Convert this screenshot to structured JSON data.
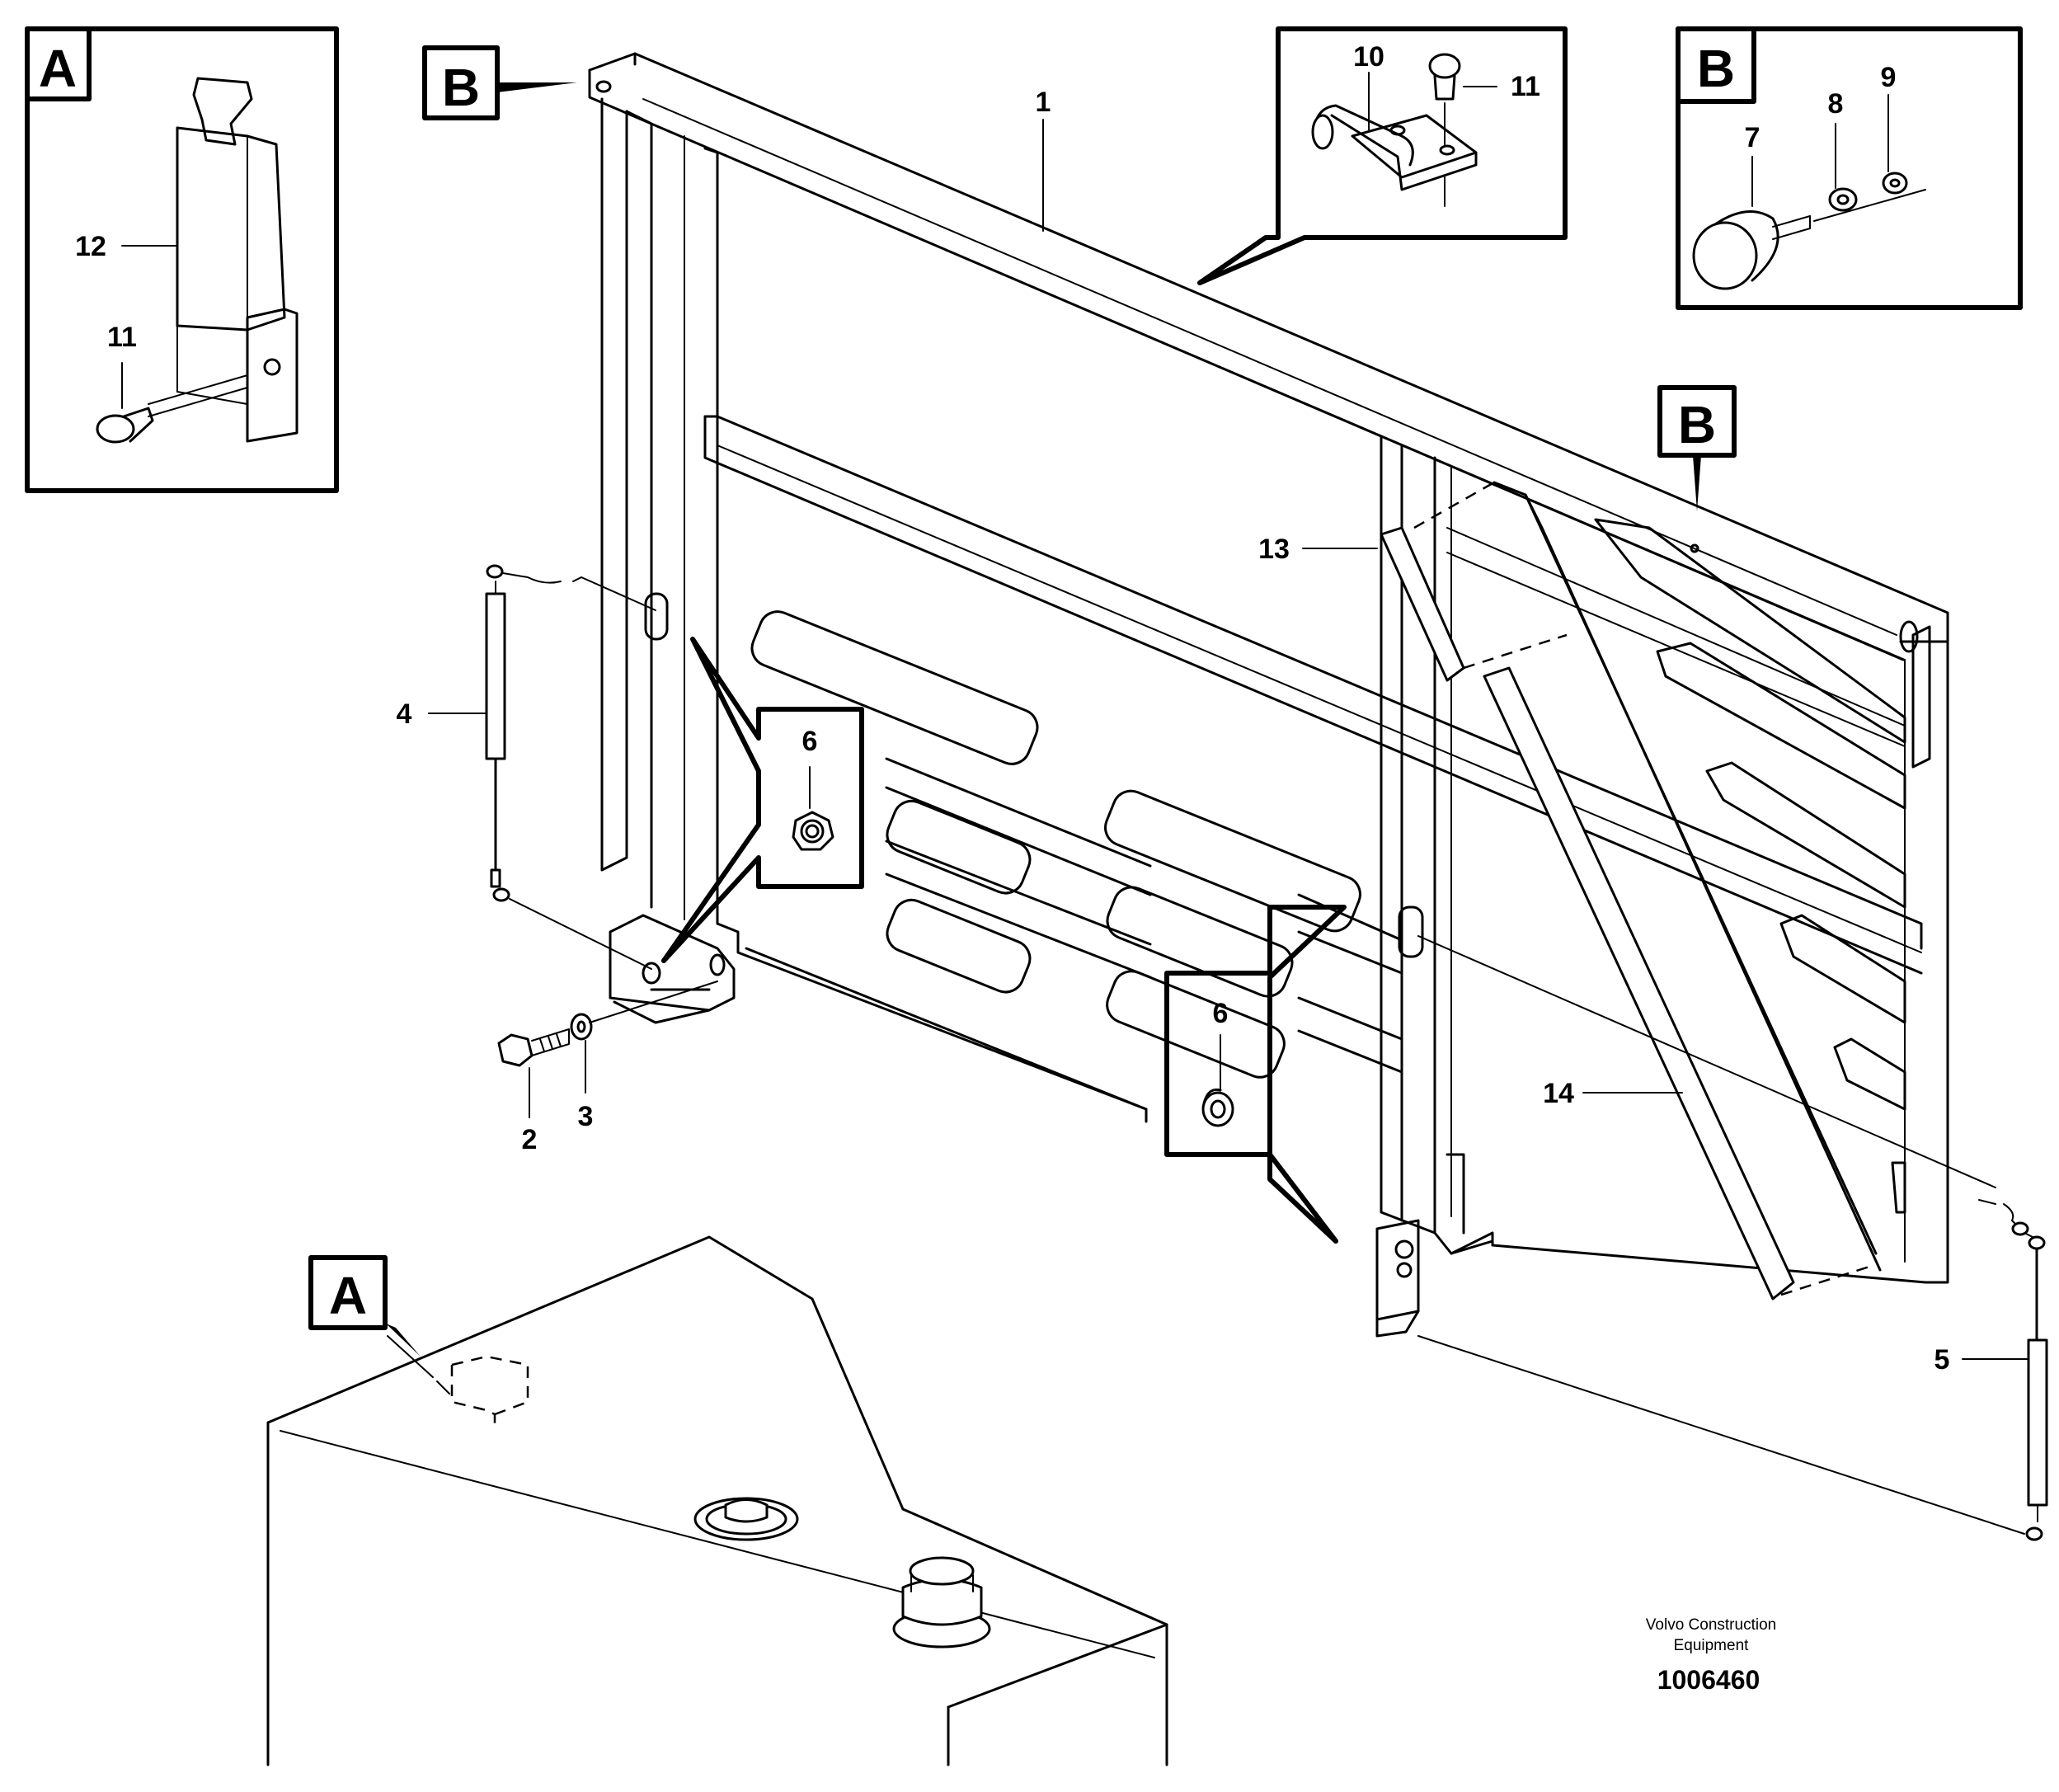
{
  "view_tags": {
    "inset_a": "A",
    "inset_b": "B",
    "frame_b_left": "B",
    "frame_b_right": "B",
    "tank_a": "A"
  },
  "callouts": {
    "c1": "1",
    "c2": "2",
    "c3": "3",
    "c4": "4",
    "c5": "5",
    "c6a": "6",
    "c6b": "6",
    "c7": "7",
    "c8": "8",
    "c9": "9",
    "c10": "10",
    "c11_detail": "11",
    "c11_inset_a": "11",
    "c12": "12",
    "c13": "13",
    "c14": "14"
  },
  "caption": {
    "line1": "Volvo Construction",
    "line2": "Equipment",
    "drawing_number": "1006460"
  }
}
